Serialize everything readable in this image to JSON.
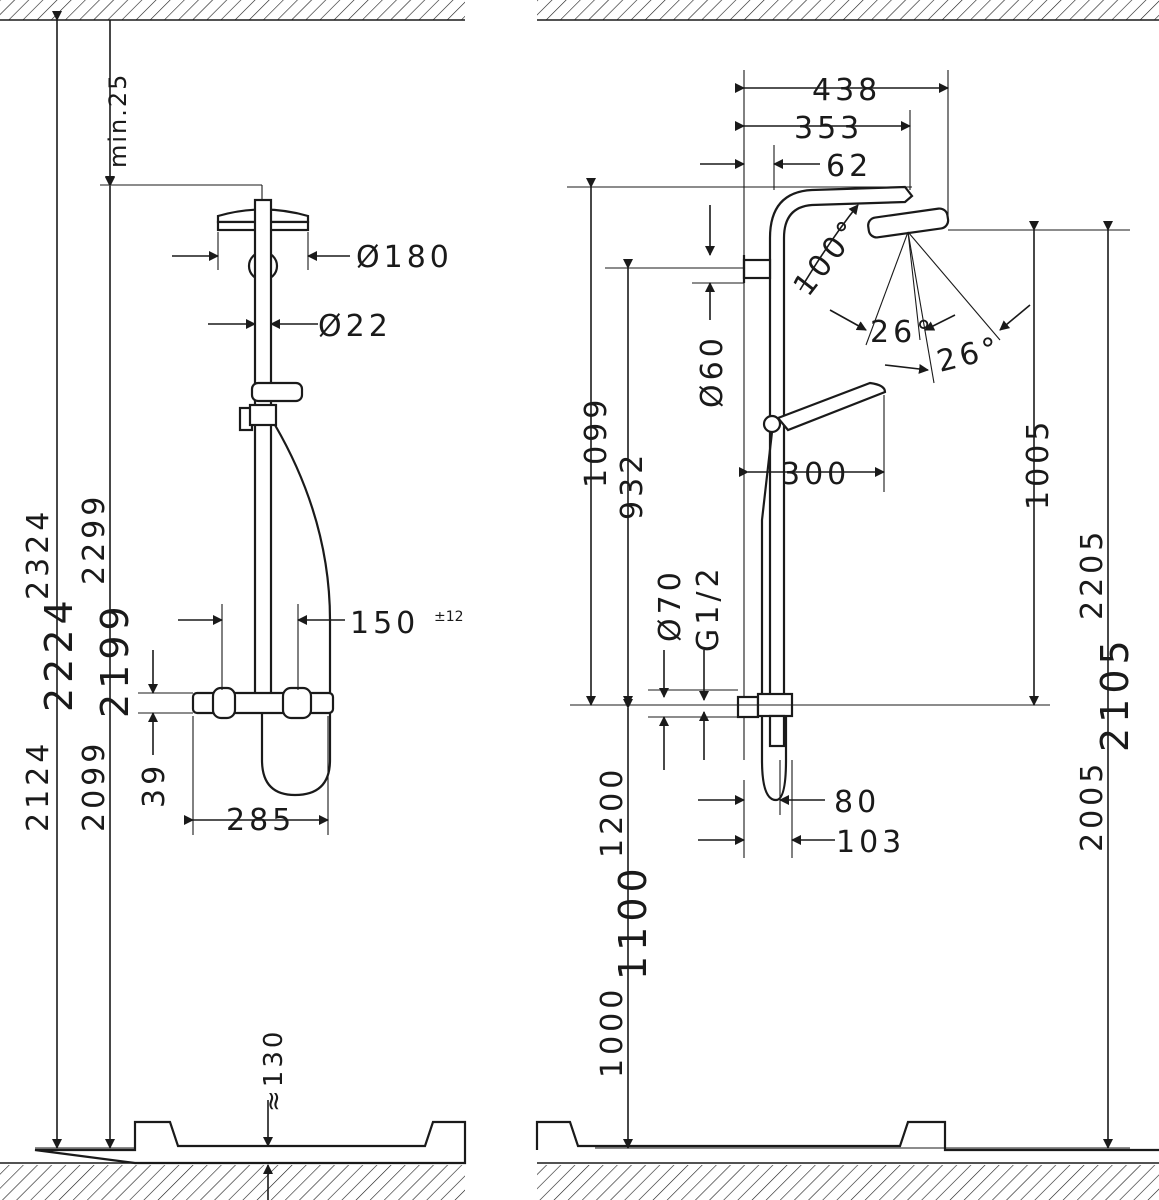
{
  "front_view": {
    "total_height_max": "2324",
    "total_height_mid": "2224",
    "total_height_min": "2124",
    "rail_height_max": "2299",
    "rail_height_mid": "2199",
    "rail_height_min": "2099",
    "ceiling_clearance": "min.25",
    "head_diameter": "Ø180",
    "rail_diameter": "Ø22",
    "connection_spacing": "150",
    "connection_tolerance": "±12",
    "mixer_offset": "39",
    "mixer_width": "285",
    "floor_distance": "≈130"
  },
  "side_view": {
    "head_reach": "438",
    "arm_reach": "353",
    "arm_offset": "62",
    "wall_bracket": "Ø60",
    "arm_height": "1099",
    "bracket_height": "932",
    "rosette": "Ø70",
    "thread": "G1/2",
    "head_angle": "100°",
    "spray_angle_1": "26°",
    "spray_angle_2": "26°",
    "hand_shower_length": "300",
    "head_above_mixer": "1005",
    "head_height_max": "2205",
    "head_height_mid": "2105",
    "head_height_min": "2005",
    "mixer_height_max": "1200",
    "mixer_height_mid": "1100",
    "mixer_height_min": "1000",
    "mixer_depth_1": "80",
    "mixer_depth_2": "103"
  }
}
